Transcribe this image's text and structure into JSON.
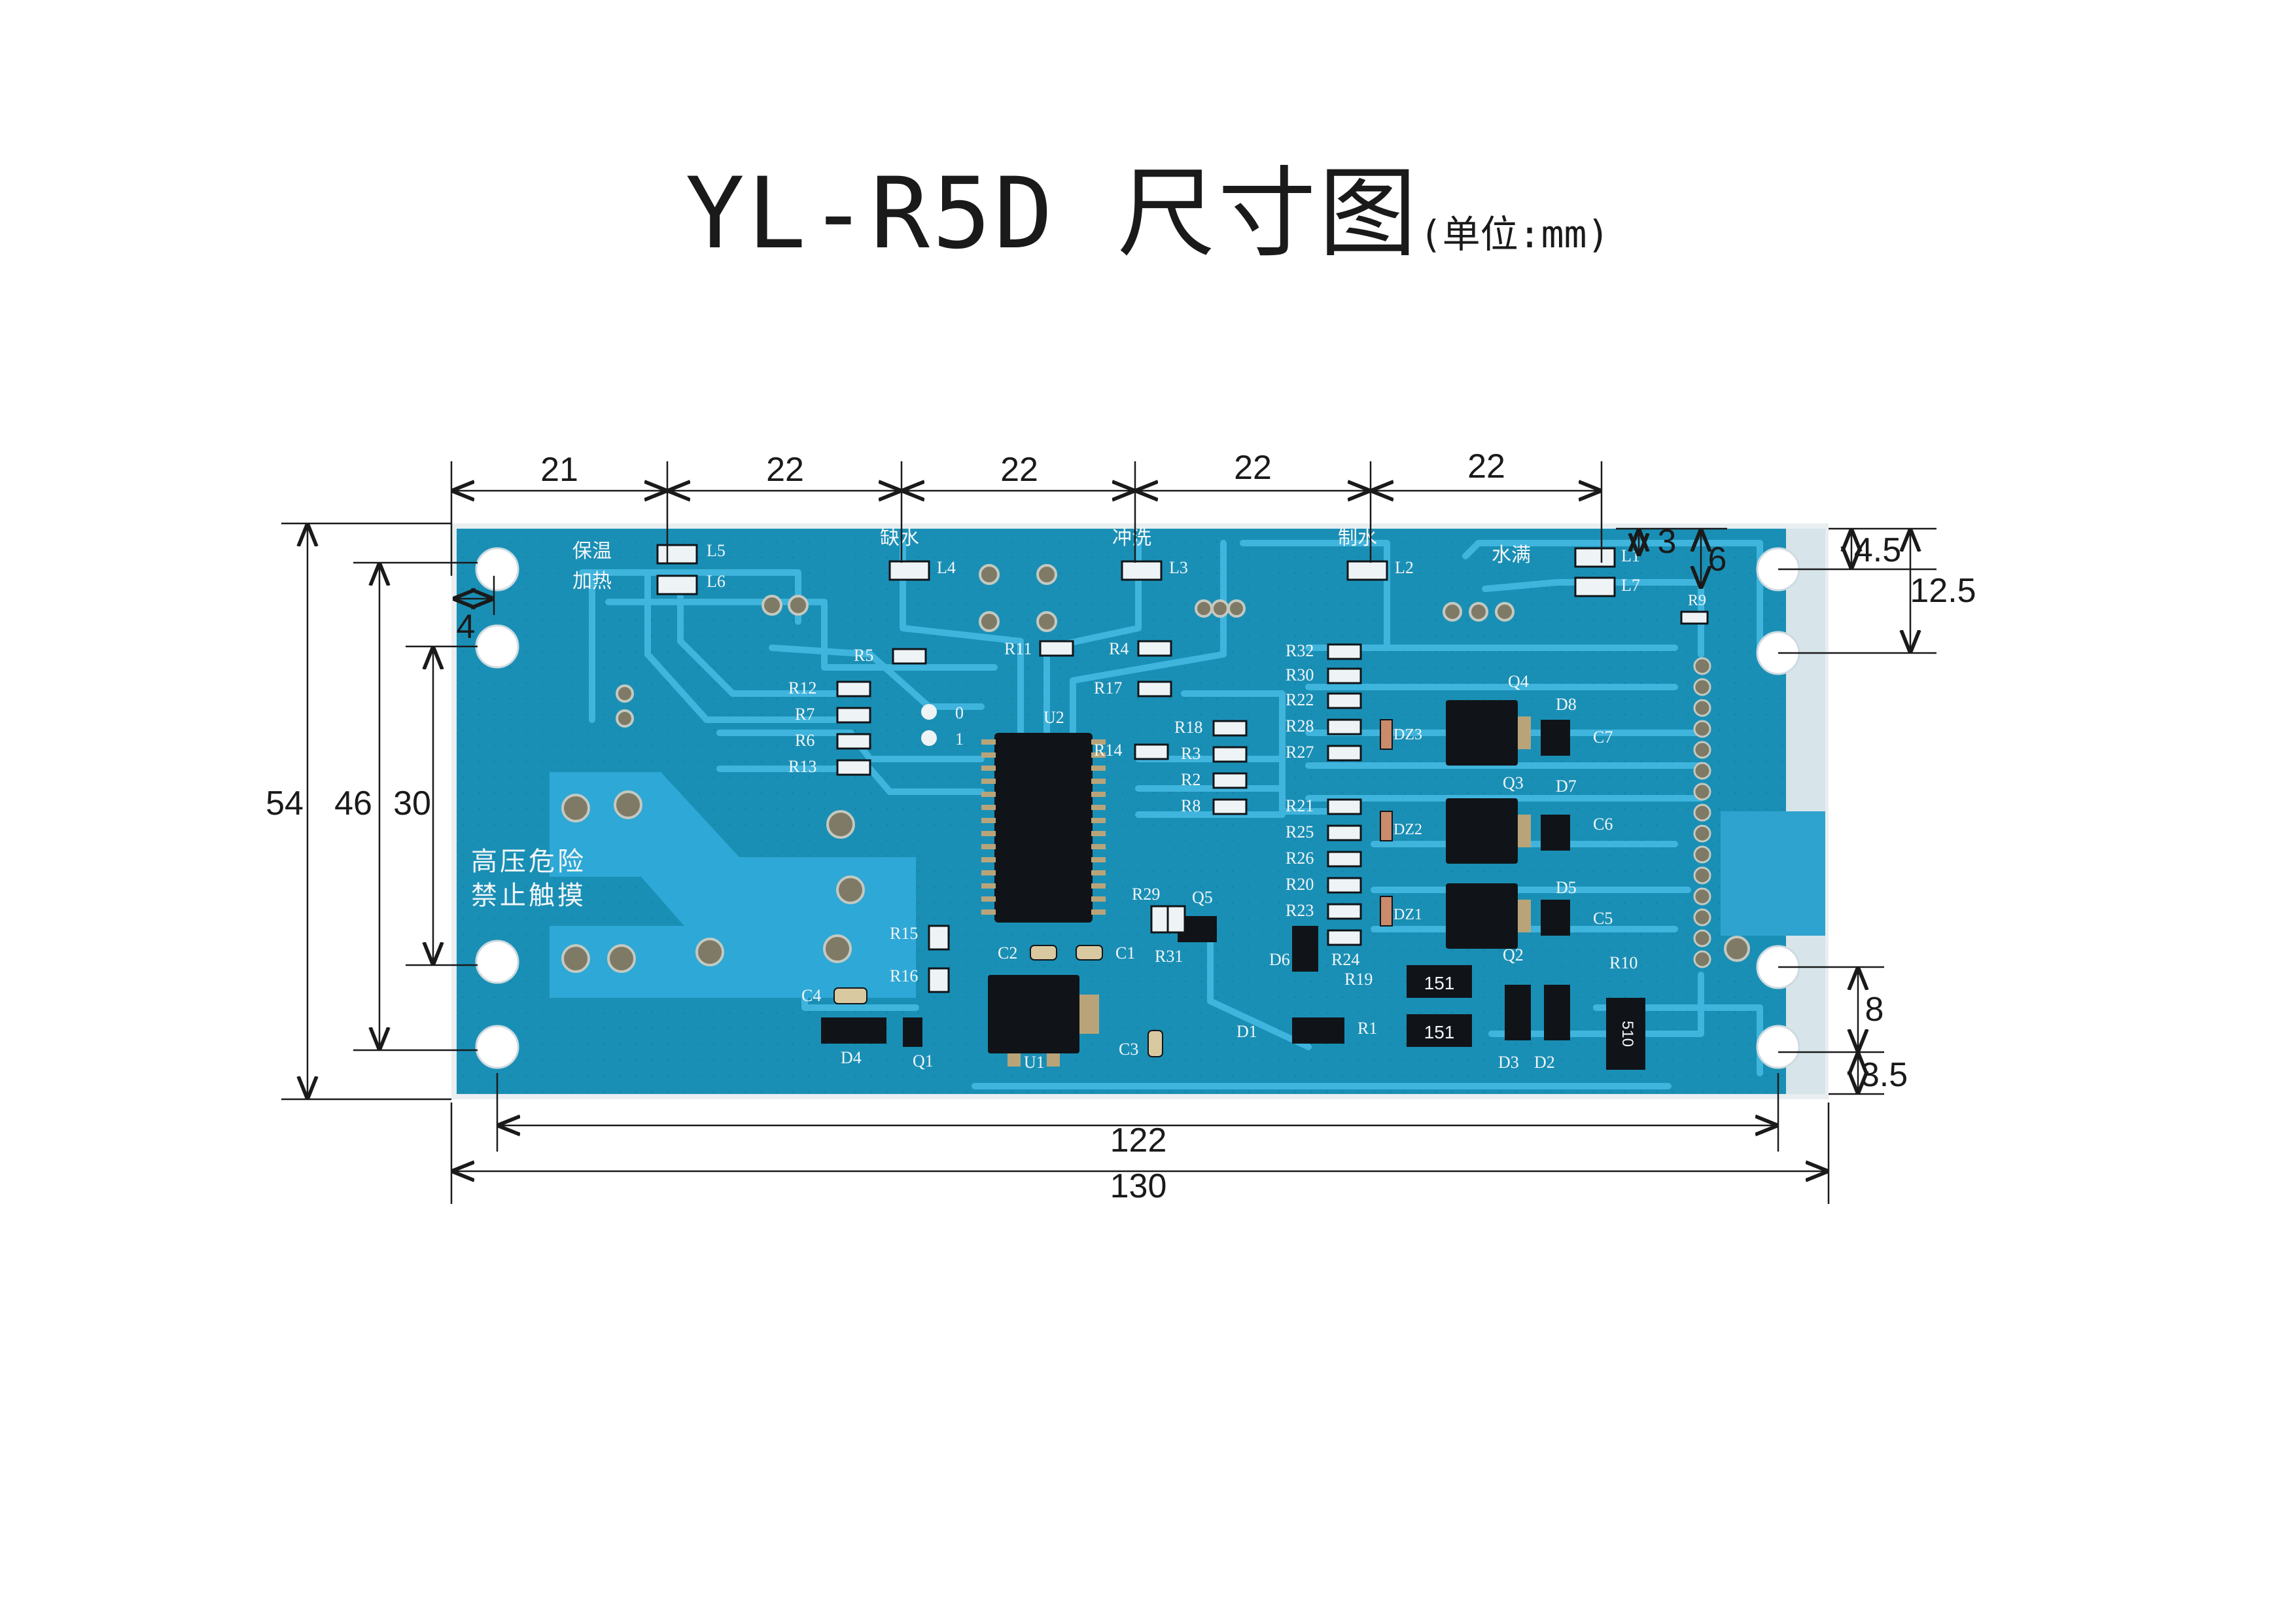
{
  "title": {
    "main": "YL-R5D 尺寸图",
    "unit": "(单位:mm)"
  },
  "dimensions": {
    "top_segments": [
      "21",
      "22",
      "22",
      "22",
      "22"
    ],
    "overall_width": "130",
    "hole_span_width": "122",
    "left_heights": [
      "54",
      "46",
      "30"
    ],
    "edge_offset": "4",
    "right_top": [
      "4.5",
      "12.5"
    ],
    "right_bottom": [
      "8",
      "3.5"
    ],
    "small": [
      "3",
      "6"
    ]
  },
  "board": {
    "labels": {
      "keep_warm": "保温",
      "heating": "加热",
      "no_water": "缺水",
      "flush": "冲洗",
      "make_water": "制水",
      "water_full": "水满",
      "warning_line1": "高压危险",
      "warning_line2": "禁止触摸"
    },
    "leds": [
      "L5",
      "L6",
      "L4",
      "L3",
      "L2",
      "L1",
      "L7"
    ],
    "resistors_left": [
      "R12",
      "R7",
      "R6",
      "R13"
    ],
    "resistors_mid": [
      "R5",
      "R11",
      "R4",
      "R17",
      "R14",
      "R18",
      "R3",
      "R2",
      "R8"
    ],
    "resistors_right_top": [
      "R32",
      "R30",
      "R22",
      "R28",
      "R27"
    ],
    "resistors_right_mid": [
      "R21",
      "R25",
      "R26",
      "R20",
      "R23",
      "R24"
    ],
    "misc": [
      "U2",
      "U1",
      "Q1",
      "Q2",
      "Q3",
      "Q4",
      "Q5",
      "D1",
      "D2",
      "D3",
      "D4",
      "D5",
      "D6",
      "D7",
      "D8",
      "DZ1",
      "DZ2",
      "DZ3",
      "C1",
      "C2",
      "C3",
      "C4",
      "C5",
      "C6",
      "C7",
      "R1",
      "R9",
      "R10",
      "R15",
      "R16",
      "R19",
      "R29",
      "R31"
    ],
    "jumper_0": "0",
    "jumper_1": "1",
    "resistor_code_1": "151",
    "resistor_code_2": "151",
    "resistor_code_3": "510"
  },
  "colors": {
    "pcb": "#1a8fb5",
    "trace": "#3fb4dd",
    "silk": "#f2f6f8",
    "dim_line": "#1a1a1a",
    "board_edge": "#e9eef0",
    "ic": "#101418",
    "pad": "#b9a47a"
  }
}
